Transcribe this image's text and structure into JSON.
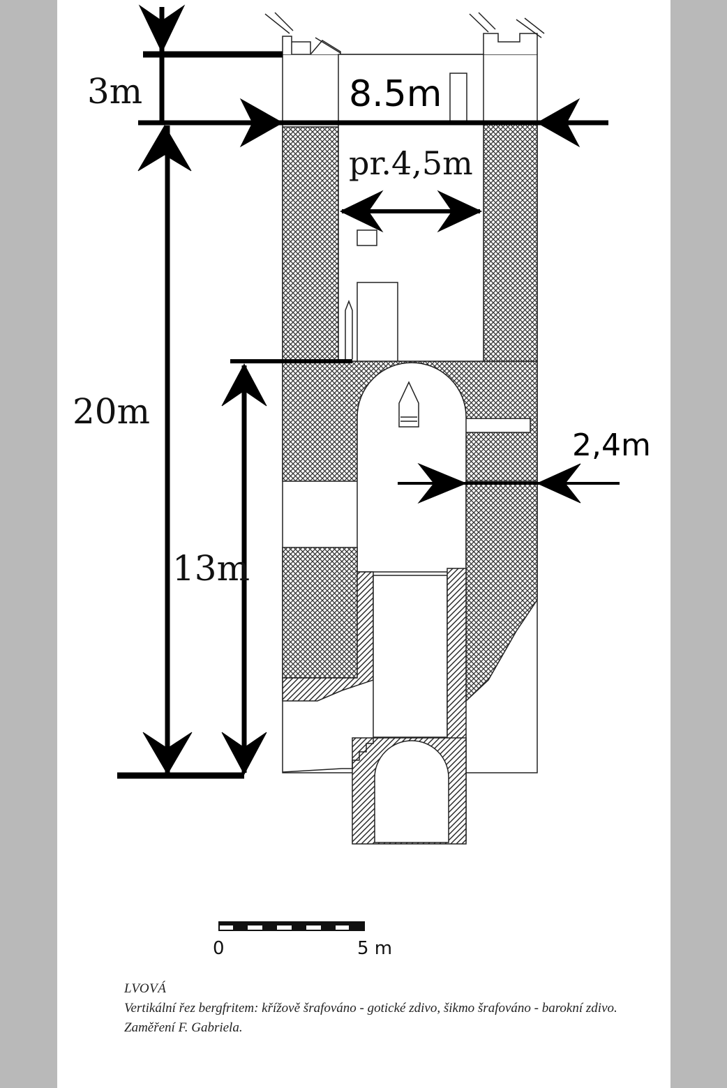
{
  "dimensions": {
    "top_height": "3m",
    "outer_width": "8.5m",
    "inner_width": "pr.4,5m",
    "total_height": "20m",
    "lower_height": "13m",
    "wall_thickness": "2,4m"
  },
  "scale_bar": {
    "start_label": "0",
    "end_label": "5 m"
  },
  "caption": {
    "site": "LVOVÁ",
    "text": "Vertikální řez bergfritem: křížově šrafováno - gotické zdivo, šikmo šrafováno - barokní zdivo. Zaměření F. Gabriela."
  },
  "colors": {
    "background": "#b9b9b9",
    "paper": "#ffffff",
    "ink": "#000000"
  }
}
